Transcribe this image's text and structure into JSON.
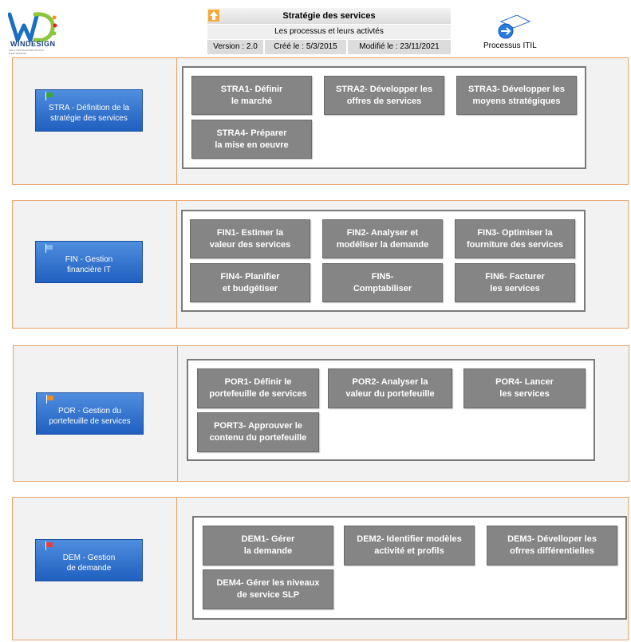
{
  "logo": {
    "brand": "WINDESIGN",
    "tagline": "SOLUTION DE MODELISATION D'ENTREPRISE"
  },
  "header": {
    "title": "Stratégie des services",
    "subtitle": "Les processus et leurs activtés",
    "version": "Version : 2.0",
    "created": "Créé le : 5/3/2015",
    "modified": "Modifié le : 23/11/2021"
  },
  "itil_link": {
    "label": "Processus ITIL"
  },
  "colors": {
    "domain_blue": "#2f74d0",
    "process_gray": "#858585",
    "section_border": "#e8a26a"
  },
  "sections": [
    {
      "domain": {
        "label": "STRA - Définition de la\nstratégie des services",
        "flag_color": "#3aa635"
      },
      "processes": [
        "STRA1- Définir\nle marché",
        "STRA2- Développer les\noffres de services",
        "STRA3- Développer les\nmoyens stratégiques",
        "STRA4- Préparer\nla mise en oeuvre"
      ]
    },
    {
      "domain": {
        "label": "FIN - Gestion\nfinancière IT",
        "flag_color": "#4a90d9"
      },
      "processes": [
        "FIN1- Estimer la\nvaleur des services",
        "FIN2- Analyser et\nmodéliser la demande",
        "FIN3- Optimiser la\nfourniture des services",
        "FIN4- Planifier\net budgétiser",
        "FIN5-\nComptabiliser",
        "FIN6- Facturer\nles services"
      ]
    },
    {
      "domain": {
        "label": "POR - Gestion du\nportefeuille de services",
        "flag_color": "#f08a24"
      },
      "processes": [
        "POR1- Définir le\nportefeuille de services",
        "POR2- Analyser la\nvaleur du portefeuille",
        "POR4- Lancer\nles services",
        "PORT3- Approuver le\ncontenu du portefeuille"
      ]
    },
    {
      "domain": {
        "label": "DEM - Gestion\nde demande",
        "flag_color": "#e04040"
      },
      "processes": [
        "DEM1- Gérer\nla demande",
        "DEM2- Identifier modèles\nactivité et profils",
        "DEM3- Dévelloper les\nofrres différentielles",
        "DEM4- Gérer les niveaux\nde service SLP"
      ]
    }
  ]
}
